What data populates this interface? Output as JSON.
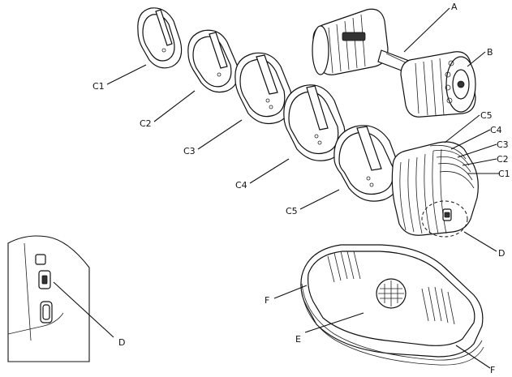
{
  "labels": {
    "A": "A",
    "B": "B",
    "C1": "C1",
    "C2": "C2",
    "C3": "C3",
    "C4": "C4",
    "C5": "C5",
    "stack_C5": "C5",
    "stack_C4": "C4",
    "stack_C3": "C3",
    "stack_C2": "C2",
    "stack_C1": "C1",
    "D_main": "D",
    "D_inset": "D",
    "E": "E",
    "F_left": "F",
    "F_right": "F"
  }
}
